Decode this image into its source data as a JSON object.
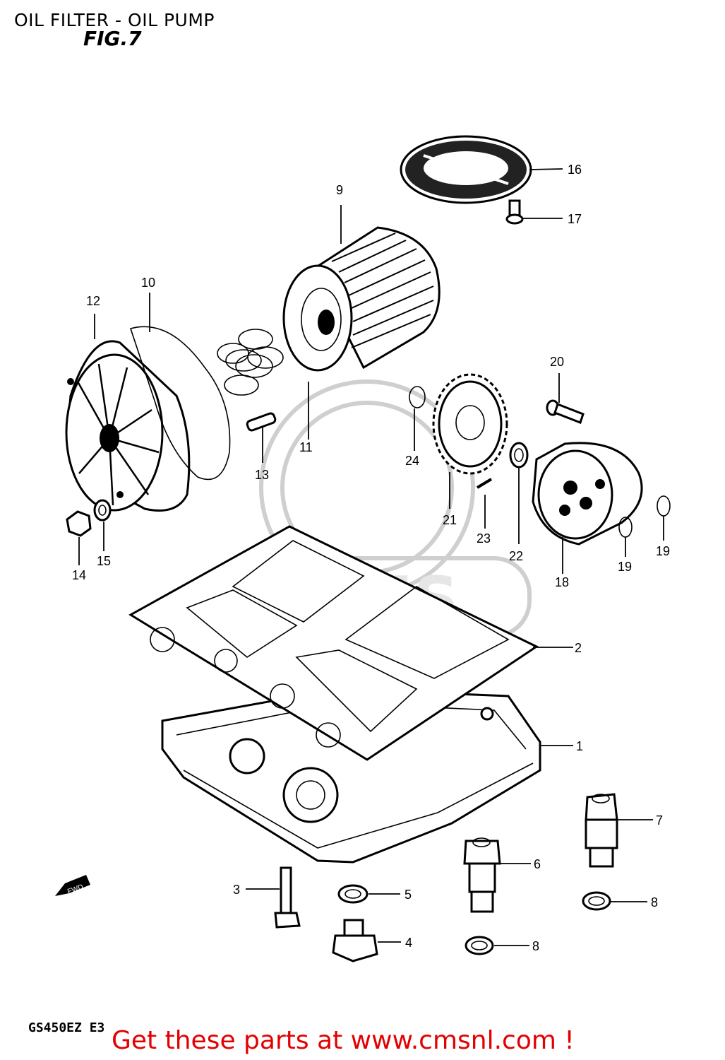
{
  "header": {
    "title": "OIL FILTER - OIL PUMP",
    "figure": "FIG.7"
  },
  "footer": {
    "model_code": "GS450EZ E3",
    "link_text": "Get these parts at www.cmsnl.com !"
  },
  "fwd_marker": "FWD",
  "watermark": "CMS",
  "colors": {
    "footer_link": "#e40000",
    "line_art": "#000000",
    "watermark": "#cfcfcf"
  },
  "callouts": {
    "p1": "1",
    "p2": "2",
    "p3": "3",
    "p4": "4",
    "p5": "5",
    "p6": "6",
    "p7": "7",
    "p8a": "8",
    "p8b": "8",
    "p9": "9",
    "p10": "10",
    "p11": "11",
    "p12": "12",
    "p13": "13",
    "p14": "14",
    "p15": "15",
    "p16": "16",
    "p17": "17",
    "p18": "18",
    "p19a": "19",
    "p19b": "19",
    "p20": "20",
    "p21": "21",
    "p22": "22",
    "p23": "23",
    "p24": "24"
  }
}
